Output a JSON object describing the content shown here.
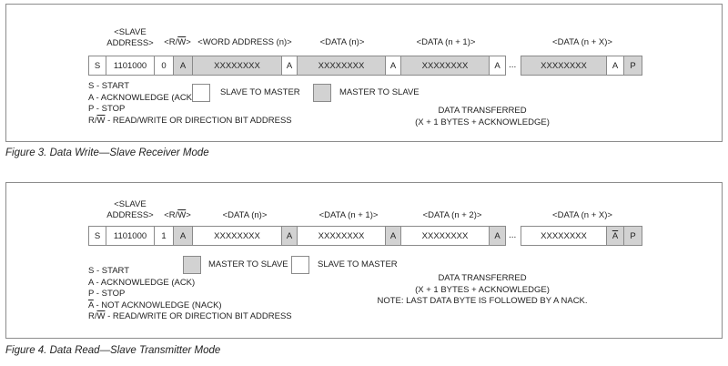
{
  "figure3": {
    "caption": "Figure 3. Data Write—Slave Receiver Mode",
    "headers": {
      "slave_address": [
        "<SLAVE",
        "ADDRESS>"
      ],
      "rw_prefix": "<R/",
      "rw_bar": "W",
      "rw_suffix": ">",
      "word_address": "<WORD ADDRESS (n)>",
      "data_n": "<DATA (n)>",
      "data_n1": "<DATA (n + 1)>",
      "data_nx": "<DATA (n + X)>"
    },
    "cells": {
      "start": "S",
      "address": "1101000",
      "rw": "0",
      "ack1": "A",
      "byte1": "XXXXXXXX",
      "ack2": "A",
      "byte2": "XXXXXXXX",
      "ack3": "A",
      "byte3": "XXXXXXXX",
      "ack4": "A",
      "ellipsis": "...",
      "byte4": "XXXXXXXX",
      "ack5": "A",
      "stop": "P"
    },
    "legend": {
      "line1": "S - START",
      "line2": "A - ACKNOWLEDGE (ACK)",
      "line3": "P - STOP",
      "line4_bar": "W",
      "line4_prefix": "R/",
      "line4_rest": " - READ/WRITE OR DIRECTION BIT ADDRESS"
    },
    "swatches": {
      "first": "SLAVE TO MASTER",
      "second": "MASTER TO SLAVE"
    },
    "transfer": [
      "DATA TRANSFERRED",
      "(X + 1 BYTES + ACKNOWLEDGE)"
    ]
  },
  "figure4": {
    "caption": "Figure 4. Data Read—Slave Transmitter Mode",
    "headers": {
      "slave_address": [
        "<SLAVE",
        "ADDRESS>"
      ],
      "rw_prefix": "<R/",
      "rw_bar": "W",
      "rw_suffix": ">",
      "data_n": "<DATA (n)>",
      "data_n1": "<DATA (n + 1)>",
      "data_n2": "<DATA (n + 2)>",
      "data_nx": "<DATA (n + X)>"
    },
    "cells": {
      "start": "S",
      "address": "1101000",
      "rw": "1",
      "ack1": "A",
      "byte1": "XXXXXXXX",
      "ack2": "A",
      "byte2": "XXXXXXXX",
      "ack3": "A",
      "byte3": "XXXXXXXX",
      "ack4": "A",
      "ellipsis": "...",
      "byte4": "XXXXXXXX",
      "nack": "A",
      "stop": "P"
    },
    "legend": {
      "line1": "S - START",
      "line2": "A - ACKNOWLEDGE (ACK)",
      "line3": "P - STOP",
      "line4_bar": "A",
      "line4_rest": " - NOT ACKNOWLEDGE (NACK)",
      "line5_bar": "W",
      "line5_prefix": "R/",
      "line5_rest": " - READ/WRITE OR DIRECTION BIT ADDRESS"
    },
    "swatches": {
      "first": "MASTER TO SLAVE",
      "second": "SLAVE TO MASTER"
    },
    "transfer": [
      "DATA TRANSFERRED",
      "(X + 1 BYTES + ACKNOWLEDGE)",
      "NOTE: LAST DATA BYTE IS FOLLOWED BY A NACK."
    ]
  }
}
